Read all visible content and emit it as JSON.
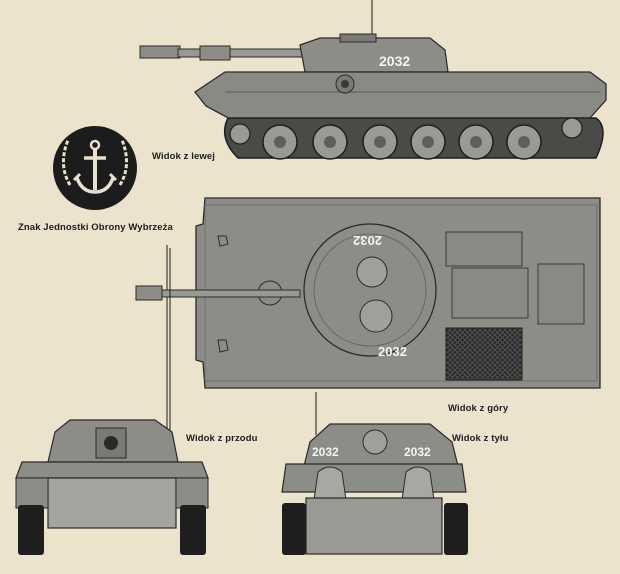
{
  "labels": {
    "side_view": "Widok z lewej",
    "top_view": "Widok z góry",
    "front_view": "Widok z przodu",
    "rear_view": "Widok z tyłu",
    "emblem_caption": "Znak Jednostki Obrony Wybrzeża"
  },
  "markings": {
    "hull_number": "2032",
    "rear_number_left": "2032",
    "rear_number_right": "2032"
  },
  "colors": {
    "paper": "#ece3cc",
    "armor": "#8d8d88",
    "armor_dark": "#5f5f5a",
    "armor_light": "#a9a9a3",
    "ink": "#1e1e1e"
  },
  "icons": {
    "emblem": "anchor-wreath-icon"
  }
}
